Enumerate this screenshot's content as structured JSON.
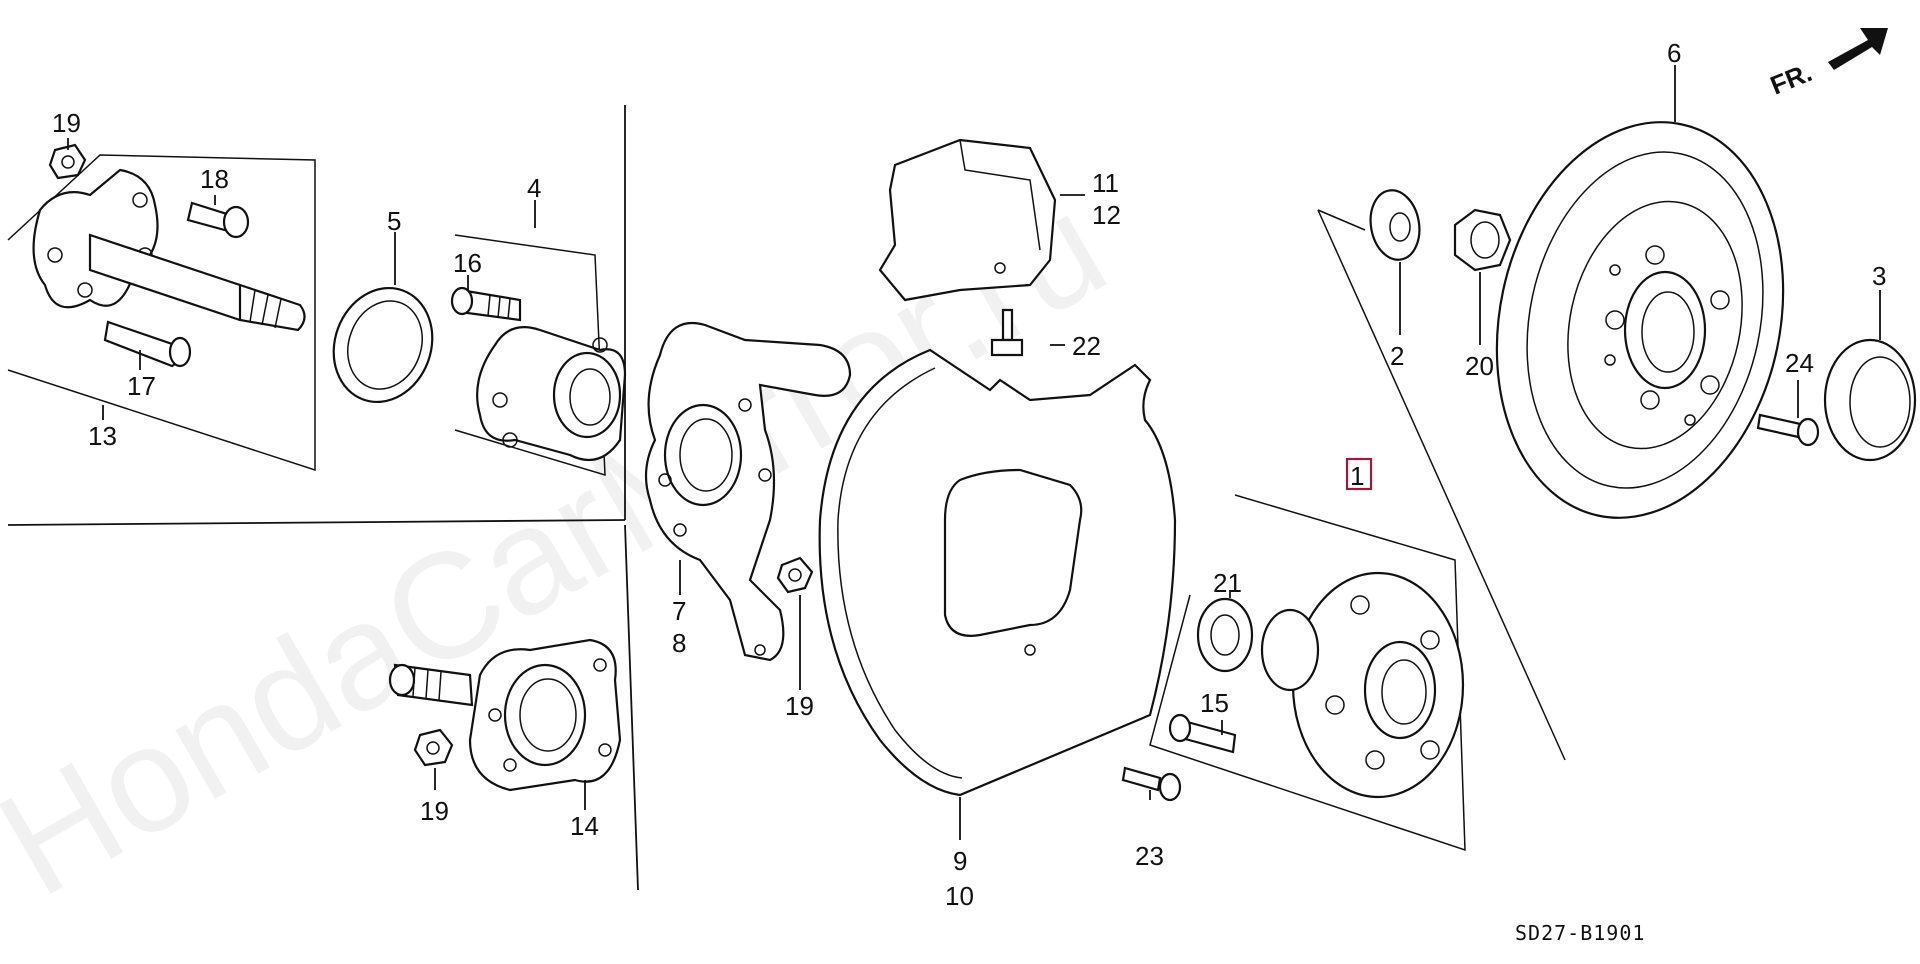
{
  "diagram": {
    "watermark": "HondaCarMirror.ru",
    "front_marker": "FR.",
    "code": "SD27-B1901",
    "callouts": {
      "c1": "1",
      "c2": "2",
      "c3": "3",
      "c4": "4",
      "c5": "5",
      "c6": "6",
      "c7": "7",
      "c8": "8",
      "c9": "9",
      "c10": "10",
      "c11": "11",
      "c12": "12",
      "c13": "13",
      "c14": "14",
      "c15": "15",
      "c16": "16",
      "c17": "17",
      "c18": "18",
      "c19a": "19",
      "c19b": "19",
      "c19c": "19",
      "c20": "20",
      "c21": "21",
      "c22": "22",
      "c23": "23",
      "c24": "24"
    }
  }
}
